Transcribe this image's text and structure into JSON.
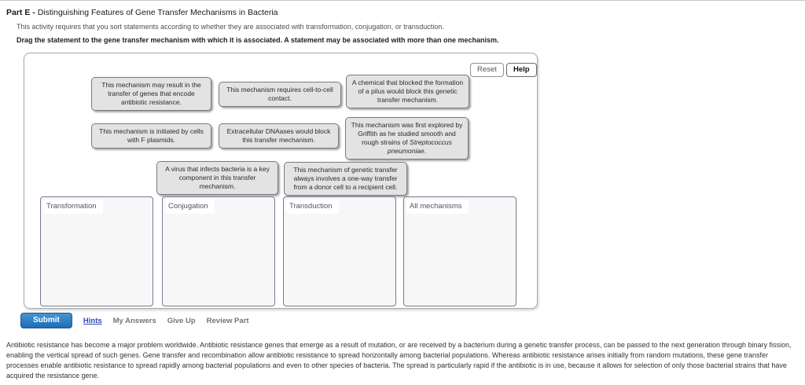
{
  "header": {
    "part_label": "Part E -",
    "title": "Distinguishing Features of Gene Transfer Mechanisms in Bacteria",
    "intro": "This activity requires that you sort statements according to whether they are associated with transformation, conjugation, or transduction.",
    "instruction": "Drag the statement to the gene transfer mechanism with which it is associated. A statement may be associated with more than one mechanism."
  },
  "activity": {
    "reset_label": "Reset",
    "help_label": "Help",
    "statements": [
      {
        "text": "This mechanism may result in the transfer of genes that encode antibiotic resistance."
      },
      {
        "text": "This mechanism requires cell-to-cell contact."
      },
      {
        "text": "A chemical that blocked the formation of a pilus would block this genetic transfer mechanism."
      },
      {
        "text": "This mechanism is initiated by cells with F plasmids."
      },
      {
        "text": "Extracellular DNAases would block this transfer mechanism."
      },
      {
        "text": "This mechanism was first explored by Griffith as he studied smooth and rough strains of ",
        "italic": "Streptococcus pneumoniae",
        "suffix": "."
      },
      {
        "text": "A virus that infects bacteria is a key component in this transfer mechanism."
      },
      {
        "text": "This mechanism of genetic transfer always involves a one-way transfer from a donor cell to a recipient cell."
      }
    ],
    "bins": [
      {
        "label": "Transformation"
      },
      {
        "label": "Conjugation"
      },
      {
        "label": "Transduction"
      },
      {
        "label": "All mechanisms"
      }
    ]
  },
  "footer": {
    "submit_label": "Submit",
    "links": [
      "Hints",
      "My Answers",
      "Give Up",
      "Review Part"
    ]
  },
  "body_text": "Antibiotic resistance has become a major problem worldwide. Antibiotic resistance genes that emerge as a result of mutation, or are received by a bacterium during a genetic transfer process, can be passed to the next generation through binary fission, enabling the vertical spread of such genes. Gene transfer and recombination allow antibiotic resistance to spread horizontally among bacterial populations. Whereas antibiotic resistance arises initially from random mutations, these gene transfer processes enable antibiotic resistance to spread rapidly among bacterial populations and even to other species of bacteria. The spread is particularly rapid if the antibiotic is in use, because it allows for selection of only those bacterial strains that have acquired the resistance gene.",
  "colors": {
    "submit_blue": "#1f6cb4",
    "hints_link_blue": "#2a49c0",
    "tile_background": "#e3e3e3",
    "tile_border": "#7a7a7a",
    "bin_border": "#767b94",
    "panel_border": "#a9a9a9"
  }
}
